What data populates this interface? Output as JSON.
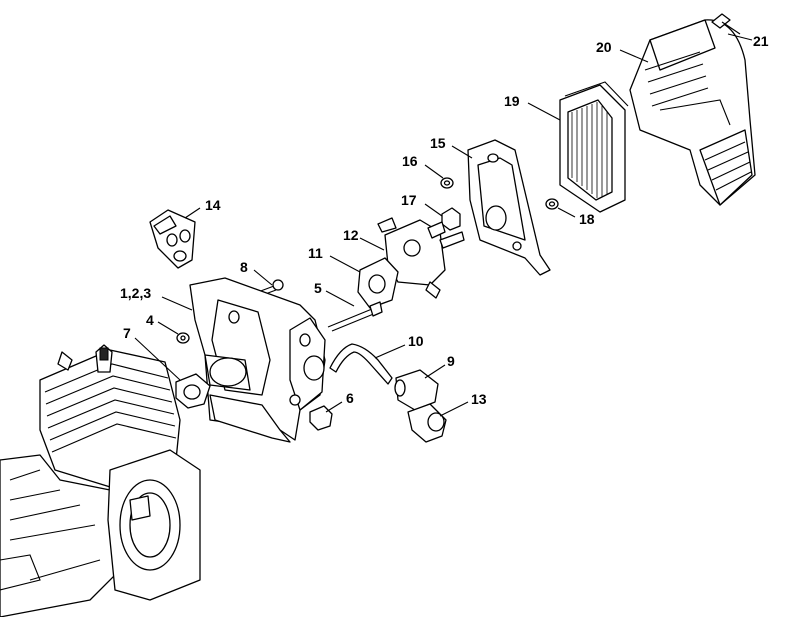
{
  "diagram": {
    "callouts": [
      {
        "id": "c20",
        "label": "20"
      },
      {
        "id": "c21",
        "label": "21"
      },
      {
        "id": "c19",
        "label": "19"
      },
      {
        "id": "c15",
        "label": "15"
      },
      {
        "id": "c16",
        "label": "16"
      },
      {
        "id": "c17",
        "label": "17"
      },
      {
        "id": "c18",
        "label": "18"
      },
      {
        "id": "c14",
        "label": "14"
      },
      {
        "id": "c12",
        "label": "12"
      },
      {
        "id": "c11",
        "label": "11"
      },
      {
        "id": "c8",
        "label": "8"
      },
      {
        "id": "c5",
        "label": "5"
      },
      {
        "id": "c123",
        "label": "1,2,3"
      },
      {
        "id": "c4",
        "label": "4"
      },
      {
        "id": "c7",
        "label": "7"
      },
      {
        "id": "c10",
        "label": "10"
      },
      {
        "id": "c9",
        "label": "9"
      },
      {
        "id": "c13",
        "label": "13"
      },
      {
        "id": "c6",
        "label": "6"
      }
    ]
  }
}
